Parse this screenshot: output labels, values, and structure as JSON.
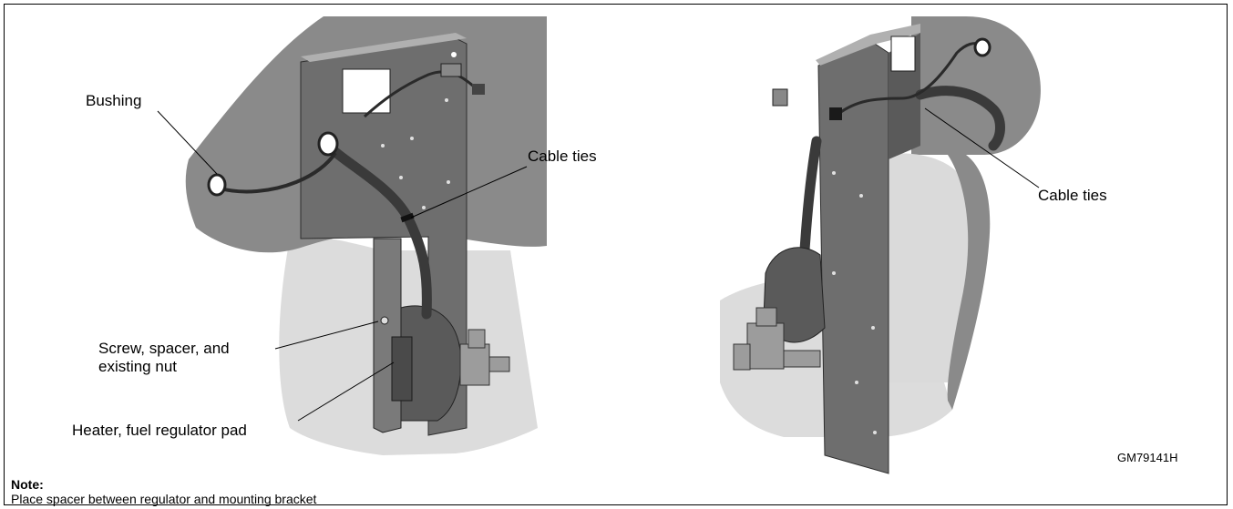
{
  "figure": {
    "callouts": {
      "bushing": "Bushing",
      "cable_ties_left": "Cable ties",
      "cable_ties_right": "Cable ties",
      "screw_line1": "Screw, spacer, and",
      "screw_line2": "existing nut",
      "heater": "Heater, fuel regulator pad"
    },
    "code": "GM79141H",
    "note": {
      "title": "Note:",
      "text": "Place spacer between regulator and mounting bracket"
    },
    "colors": {
      "shade_dark": "#808080",
      "shade_light": "#d8d8d8",
      "panel": "#6b6b6b",
      "hose": "#3a3a3a"
    }
  }
}
